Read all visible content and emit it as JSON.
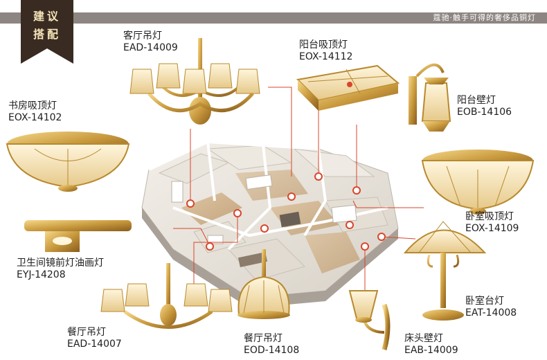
{
  "badge": {
    "line1": "建议",
    "line2": "搭配"
  },
  "slogan": "蔻驰·触手可得的奢侈品铜灯",
  "items": [
    {
      "name": "客厅吊灯",
      "code": "EAD-14009"
    },
    {
      "name": "阳台吸顶灯",
      "code": "EOX-14112"
    },
    {
      "name": "阳台壁灯",
      "code": "EOB-14106"
    },
    {
      "name": "书房吸顶灯",
      "code": "EOX-14102"
    },
    {
      "name": "卧室吸顶灯",
      "code": "EOX-14109"
    },
    {
      "name": "卫生间镜前灯油画灯",
      "code": "EYJ-14208"
    },
    {
      "name": "卧室台灯",
      "code": "EAT-14008"
    },
    {
      "name": "餐厅吊灯",
      "code": "EAD-14007"
    },
    {
      "name": "餐厅吊灯",
      "code": "EOD-14108"
    },
    {
      "name": "床头壁灯",
      "code": "EAB-14009"
    }
  ],
  "colors": {
    "accent": "#d9452b",
    "brass": "#c99a3e",
    "dark": "#3a2b22",
    "stripe": "#8c8581"
  }
}
